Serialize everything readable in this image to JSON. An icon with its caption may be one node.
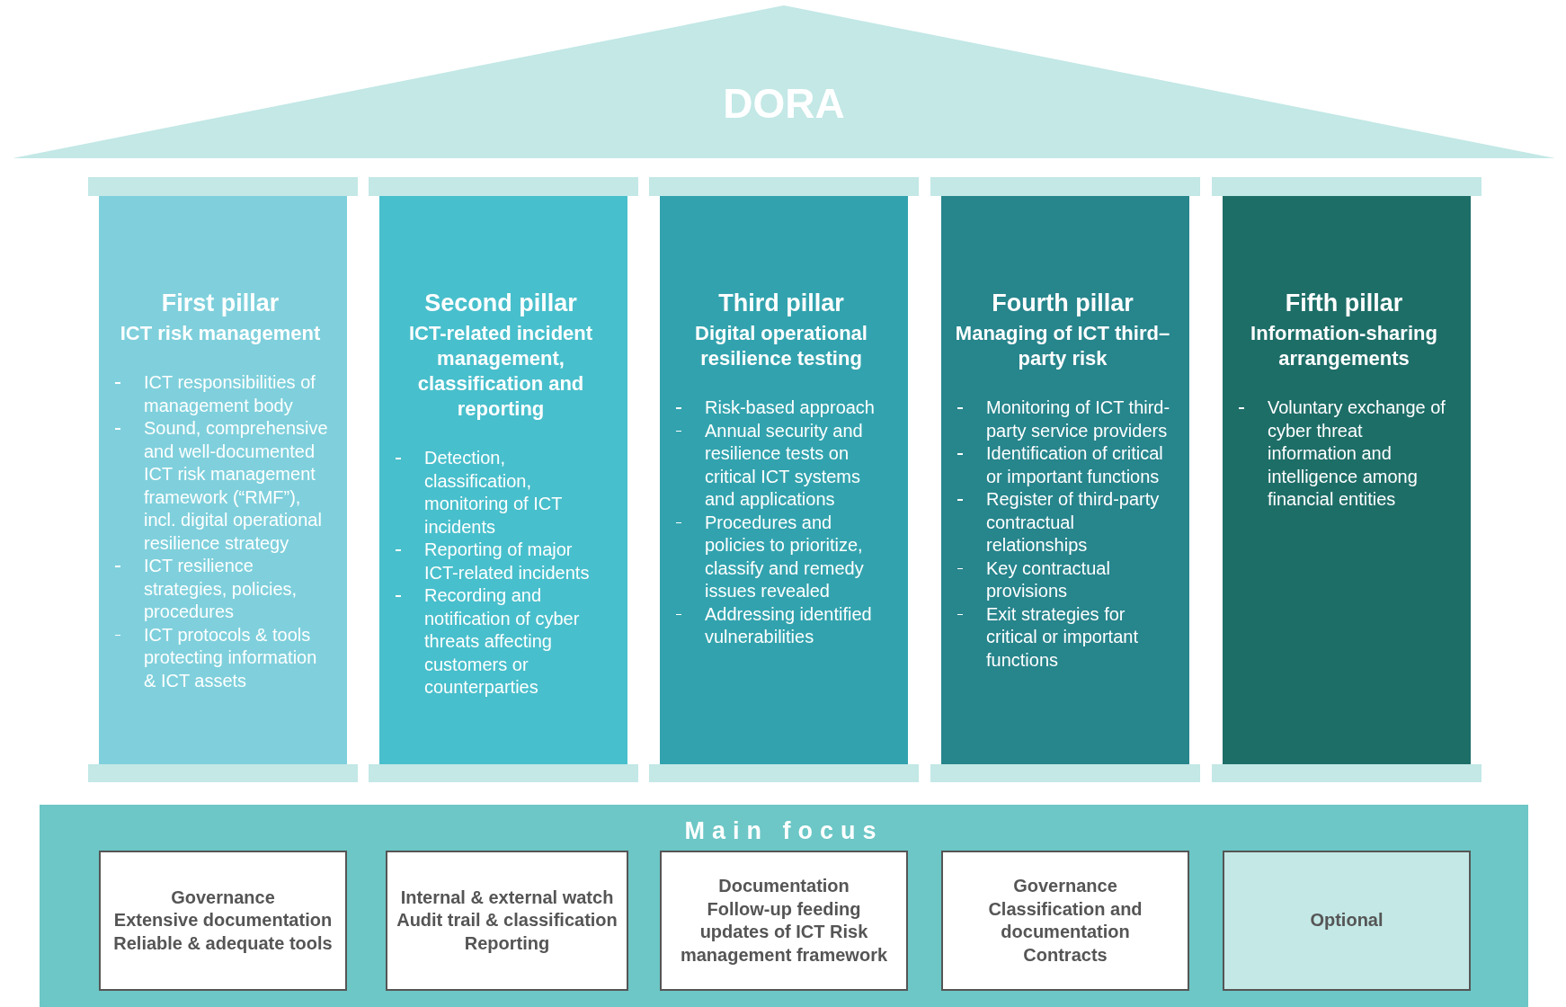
{
  "diagram": {
    "nodes": [
      {
        "text": [
          "DORA"
        ]
      },
      {
        "text": [
          "First pillar",
          "ICT risk management",
          "ICT responsibilities of management body",
          "Sound, comprehensive and well-documented ICT risk management framework (“RMF”), incl. digital operational resilience strategy",
          "ICT resilience strategies, policies, procedures",
          "ICT protocols & tools protecting information & ICT assets"
        ]
      },
      {
        "text": [
          "Second pillar",
          "ICT-related incident management, classification and reporting",
          "Detection, classification, monitoring of ICT incidents",
          "Reporting of major ICT-related incidents",
          "Recording and notification of cyber threats affecting customers or counterparties"
        ]
      },
      {
        "text": [
          "Third pillar",
          "Digital operational resilience testing",
          "Risk-based approach",
          "Annual security and resilience tests on critical ICT systems and applications",
          "Procedures and policies to prioritize, classify and remedy issues revealed",
          "Addressing identified vulnerabilities"
        ]
      },
      {
        "text": [
          "Fourth pillar",
          "Managing of ICT third–party risk",
          "Monitoring of ICT third-party service providers",
          "Identification of critical or important functions",
          "Register of third-party contractual relationships",
          "Key contractual provisions",
          "Exit strategies for critical or important functions"
        ]
      },
      {
        "text": [
          "Fifth pillar",
          "Information-sharing arrangements",
          "Voluntary exchange of cyber threat information and intelligence among financial entities"
        ]
      },
      {
        "text": [
          "Main focus"
        ]
      },
      {
        "text": [
          "Governance",
          "Extensive documentation",
          "Reliable & adequate tools"
        ],
        "in": 6
      },
      {
        "text": [
          "Internal & external watch",
          "Audit trail & classification",
          "Reporting"
        ],
        "in": 6
      },
      {
        "text": [
          "Documentation",
          "Follow-up feeding updates of ICT Risk management framework"
        ],
        "in": 6
      },
      {
        "text": [
          "Governance",
          "Classification and documentation",
          "Contracts"
        ],
        "in": 6
      },
      {
        "text": [
          "Optional"
        ],
        "in": 6
      }
    ],
    "edges": []
  }
}
